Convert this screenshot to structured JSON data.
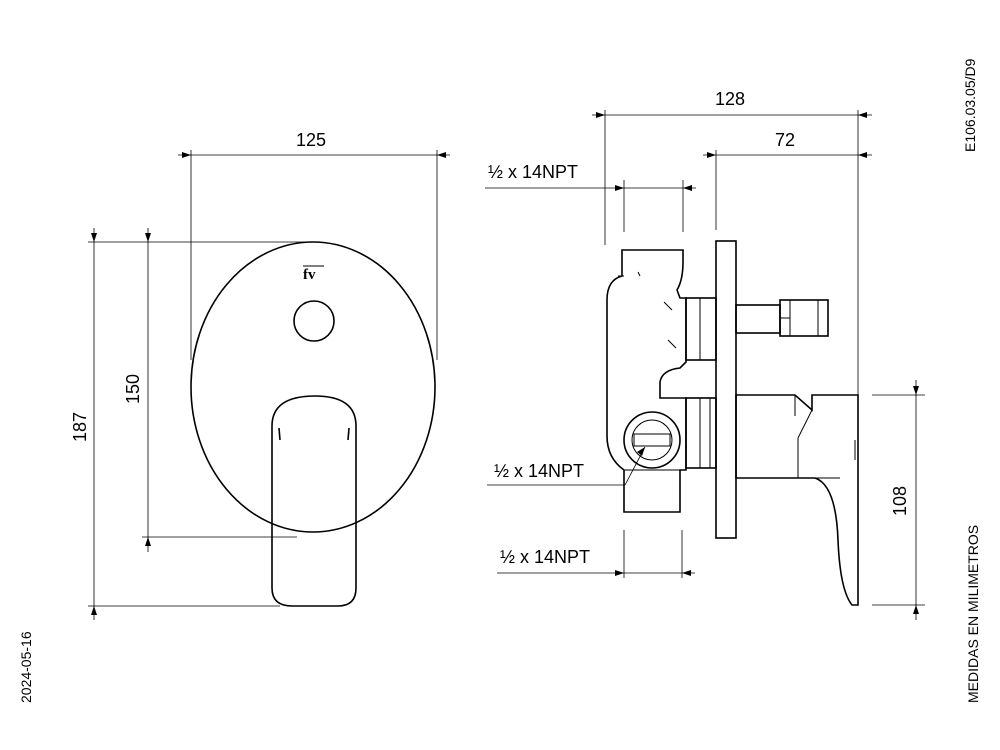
{
  "dimensions": {
    "front_width": "125",
    "front_height_total": "187",
    "front_height_plate": "150",
    "side_depth_total": "128",
    "side_depth_front": "72",
    "side_height_handle": "108"
  },
  "threads": {
    "top": "½ x 14NPT",
    "middle": "½ x 14NPT",
    "bottom": "½ x 14NPT"
  },
  "meta": {
    "drawing_code": "E106.03.05/D9",
    "date": "2024-05-16",
    "units_note": "MEDIDAS EN MILIMETROS",
    "logo_text": "fv"
  }
}
